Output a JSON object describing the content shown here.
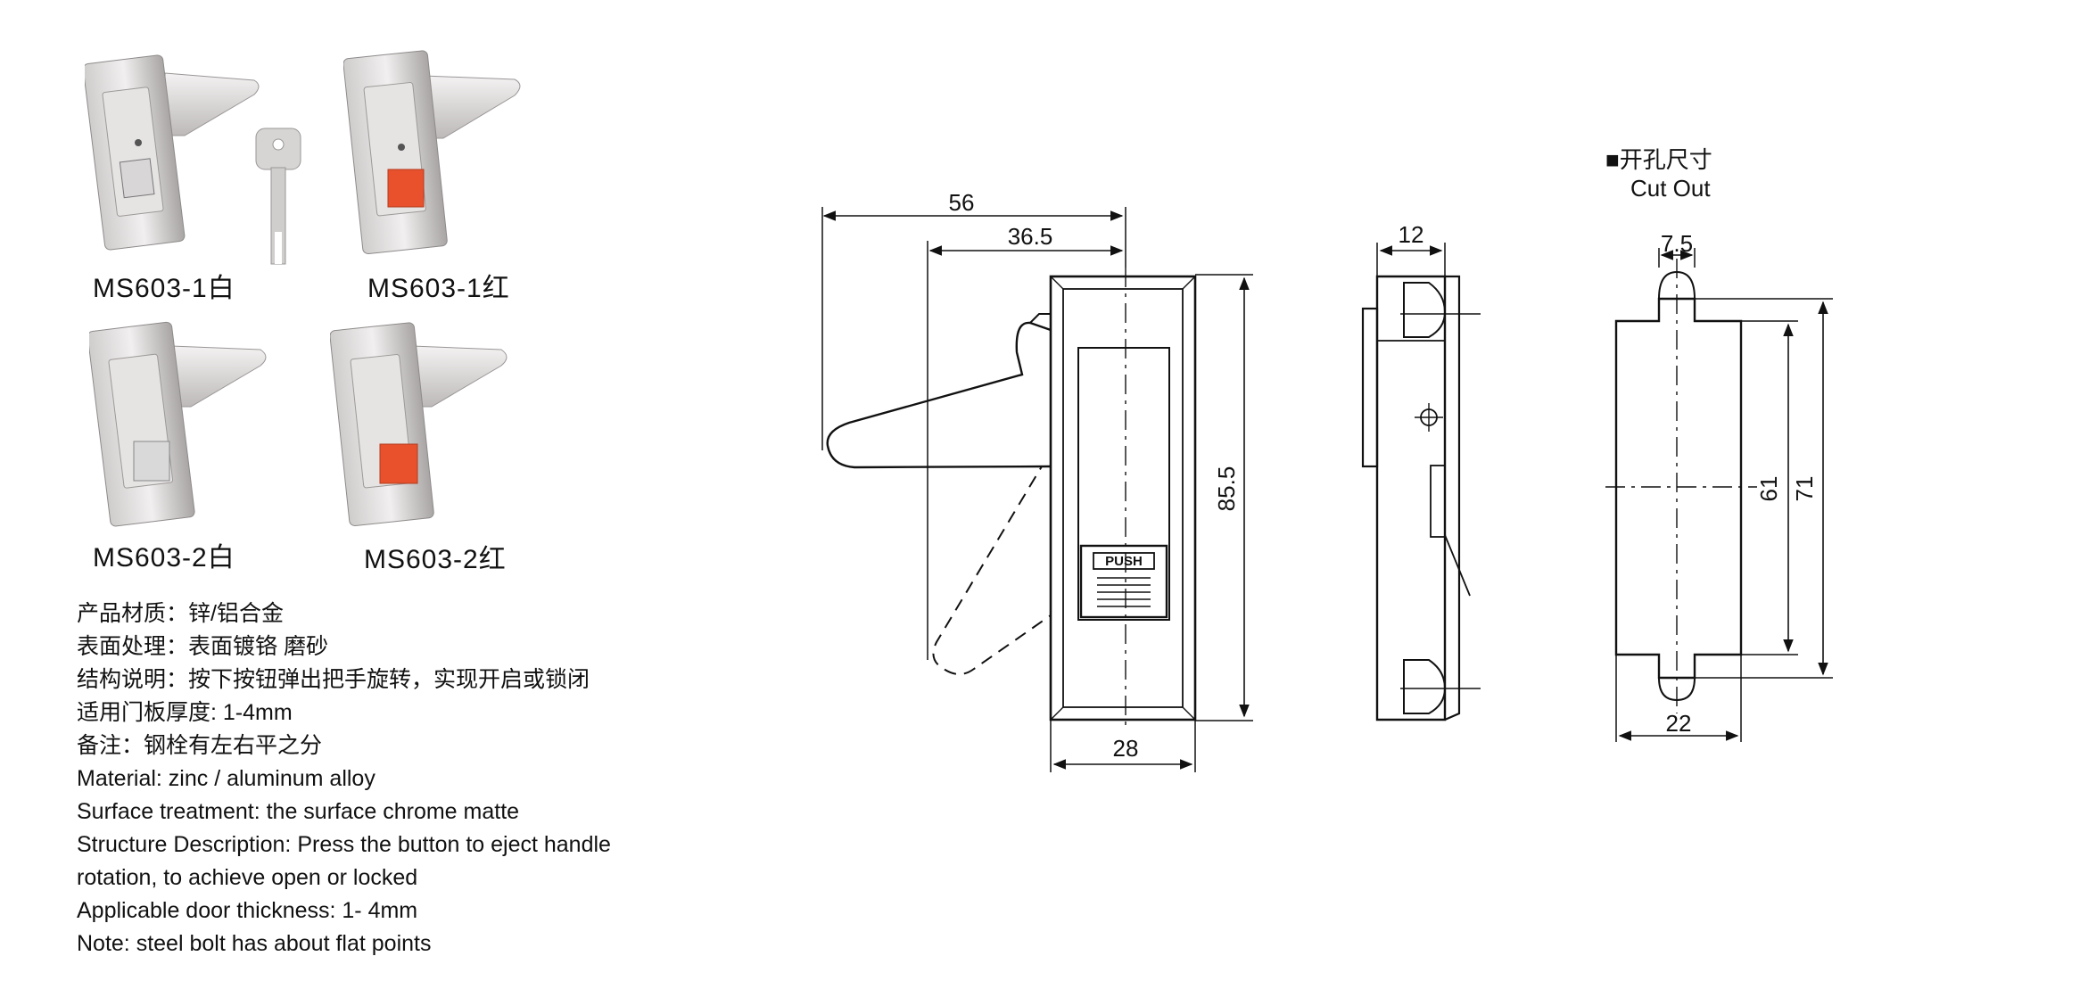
{
  "products": [
    {
      "model": "MS603-1白"
    },
    {
      "model": "MS603-1红"
    },
    {
      "model": "MS603-2白"
    },
    {
      "model": "MS603-2红"
    }
  ],
  "specs": [
    "产品材质：锌/铝合金",
    "表面处理：表面镀铬 磨砂",
    "结构说明：按下按钮弹出把手旋转，实现开启或锁闭",
    "适用门板厚度: 1-4mm",
    "备注：钢栓有左右平之分",
    "Material: zinc / aluminum alloy",
    "Surface treatment: the surface chrome matte",
    "Structure Description: Press the button to eject handle",
    "rotation, to achieve open or locked",
    "Applicable door thickness: 1- 4mm",
    "Note: steel bolt has about flat points"
  ],
  "drawing": {
    "front": {
      "dim_width_total": "56",
      "dim_handle_offset": "36.5",
      "dim_height": "85.5",
      "dim_body_width": "28",
      "button_text": "PUSH"
    },
    "side": {
      "dim_depth": "12"
    },
    "cutout": {
      "title_cn": "■开孔尺寸",
      "title_en": "Cut Out",
      "dim_slot": "7.5",
      "dim_inner": "61",
      "dim_outer": "71",
      "dim_width": "22"
    }
  },
  "colors": {
    "button_red": "#e8512c",
    "button_white": "#d9d9d9",
    "metal_light": "#eceaea",
    "metal_mid": "#c9c6c6",
    "metal_dark": "#8e8a8a"
  }
}
